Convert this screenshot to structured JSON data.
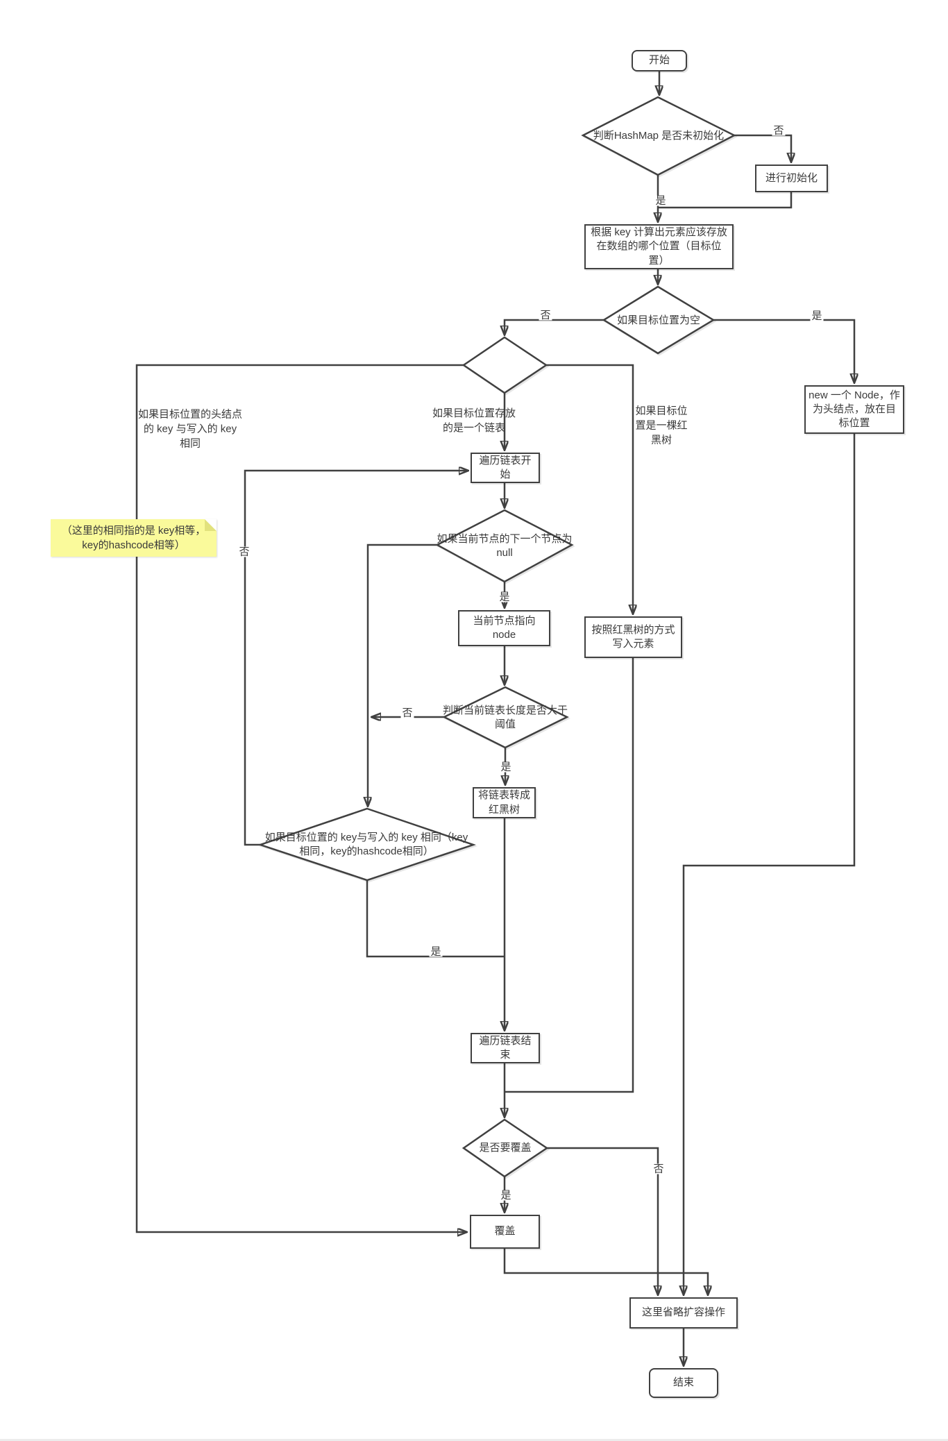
{
  "nodes": {
    "start": "开始",
    "check_init": "判断HashMap 是否未初始化",
    "do_init": "进行初始化",
    "compute_pos": "根据 key 计算出元素应该存放在数组的哪个位置（目标位置）",
    "pos_empty": "如果目标位置为空",
    "new_node": "new 一个 Node，作为头结点，放在目标位置",
    "traverse_start": "遍历链表开始",
    "next_null": "如果当前节点的下一个节点为null",
    "point_node": "当前节点指向node",
    "rbt_write": "按照红黑树的方式写入元素",
    "len_threshold": "判断当前链表长度是否大于阈值",
    "to_rbt": "将链表转成红黑树",
    "key_same": "如果目标位置的 key与写入的 key 相同（key相同，key的hashcode相同）",
    "traverse_end": "遍历链表结束",
    "overwrite_q": "是否要覆盖",
    "overwrite": "覆盖",
    "skip_resize": "这里省略扩容操作",
    "end": "结束"
  },
  "branch_labels": {
    "yes": "是",
    "no": "否",
    "head_key_same": "如果目标位置的头结点的 key 与写入的 key 相同",
    "is_list": "如果目标位置存放的是一个链表",
    "is_tree": "如果目标位置是一棵红黑树"
  },
  "note": {
    "text": "（这里的相同指的是 key相等，key的hashcode相等）"
  },
  "colors": {
    "line": "#404040",
    "text": "#3a3a3a",
    "note_bg": "#fafa9b",
    "note_fold": "#e2e27d"
  }
}
